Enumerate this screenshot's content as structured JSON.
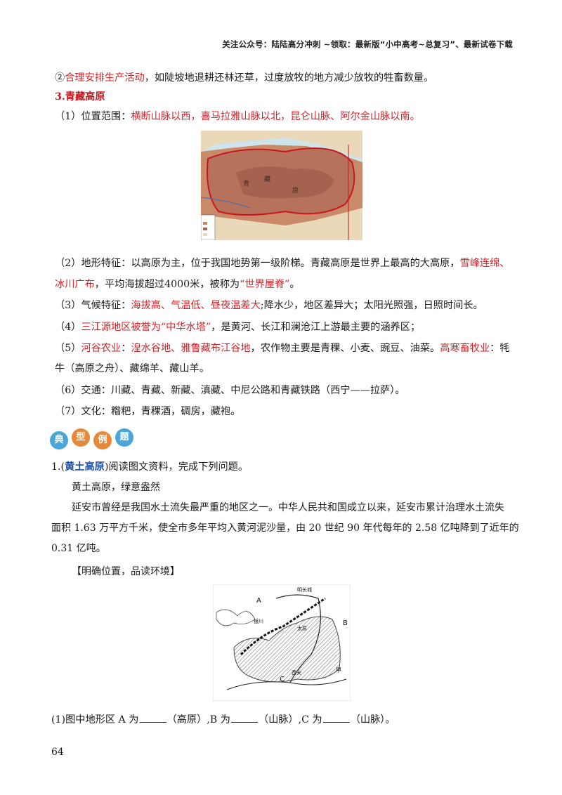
{
  "header": {
    "text": "关注公众号：陆陆高分冲刺  ~领取：最新版“小中高考~总复习”、最新试卷下载"
  },
  "item2": {
    "prefix": "②",
    "highlight": "合理安排生产活动",
    "rest": "，如陡坡地退耕还林还草，过度放牧的地方减少放牧的牲畜数量。"
  },
  "section3": {
    "title": "3.青藏高原"
  },
  "points": {
    "p1_label": "（1）位置范围：",
    "p1_red": "横断山脉以西，喜马拉雅山脉以北，昆仑山脉、阿尔金山脉以南。",
    "p2_label": "（2）地形特征：以高原为主，位于我国地势第一级阶梯。青藏高原是世界上最高的大高原，",
    "p2_red1": "雪峰连绵、",
    "p2_red2": "冰川广布",
    "p2_mid": "，平均海拔超过4000米，被称为",
    "p2_red3": "“世界屋脊”",
    "p2_end": "。",
    "p3_label": "（3）气候特征：",
    "p3_red": "海拔高、气温低、昼夜温差大",
    "p3_rest": ";降水少，地区差异大；太阳光照强，日照时间长。",
    "p4_label": "（4）",
    "p4_red": "三江源地区被誉为“中华水塔”",
    "p4_rest": "，是黄河、长江和澜沧江上游最主要的涵养区；",
    "p5_label": "（5）",
    "p5_red1": "河谷农业",
    "p5_mid1": "：",
    "p5_red2": "湟水谷地、雅鲁藏布江谷地",
    "p5_mid2": "，农作物主要是青稞、小麦、豌豆、油菜。",
    "p5_red3": "高寒畜牧业",
    "p5_end": "：牦",
    "p5_line2": "牛（高原之舟）、藏绵羊、藏山羊。",
    "p6": "（6）交通：川藏、青藏、新藏、滇藏、中尼公路和青藏铁路（西宁——拉萨）。",
    "p7": "（7）文化：糌粑，青稞酒，碉房，藏袍。"
  },
  "badges": [
    "典",
    "型",
    "例",
    "题"
  ],
  "question": {
    "number": "1.(",
    "tag": "黄土高原",
    "intro": ")阅读图文资料，完成下列问题。",
    "passage_title": "黄土高原，绿意盎然",
    "passage_line1": "延安市曾经是我国水土流失最严重的地区之一。中华人民共和国成立以来，延安市累计治理水土流失",
    "passage_line2": "面积 1.63 万平方千米，使全市多年平均入黄河泥沙量，由 20 世纪 90 年代每年的 2.58 亿吨降到了近年的",
    "passage_line3": "0.31 亿吨。",
    "section_label": "【明确位置，品读环境】",
    "q1_a": "(1)图中地形区 A 为",
    "q1_b": "（高原）,B 为",
    "q1_c": "（山脉）,C 为",
    "q1_d": "（山脉）。"
  },
  "map2_labels": {
    "A": "A",
    "B": "B",
    "C": "C",
    "wall": "明长城",
    "yinchuan": "银川",
    "taiyuan": "太原",
    "xian": "西安",
    "jia": "甲"
  },
  "page_number": "64",
  "colors": {
    "red": "#d4232a",
    "blue": "#1f4fa0",
    "badge1": "#4aa6d8",
    "badge2": "#e58a3c",
    "badge3": "#e58a3c",
    "badge4": "#4aa6d8"
  }
}
